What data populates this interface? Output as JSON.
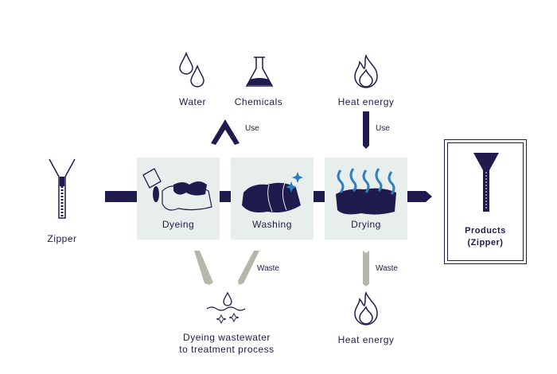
{
  "colors": {
    "navy": "#1f1b4d",
    "gray": "#b8b5ad",
    "box_bg": "#e8eeeb",
    "blue": "#2e7fc1"
  },
  "inputs": {
    "water": "Water",
    "chemicals": "Chemicals",
    "heat_in": "Heat energy",
    "use_label_1": "Use",
    "use_label_2": "Use"
  },
  "source": {
    "label": "Zipper"
  },
  "steps": [
    {
      "label": "Dyeing"
    },
    {
      "label": "Washing"
    },
    {
      "label": "Drying"
    }
  ],
  "product": {
    "line1": "Products",
    "line2": "(Zipper)"
  },
  "outputs": {
    "waste_label_1": "Waste",
    "waste_label_2": "Waste",
    "wastewater_line1": "Dyeing wastewater",
    "wastewater_line2": "to treatment process",
    "heat_out": "Heat energy"
  }
}
